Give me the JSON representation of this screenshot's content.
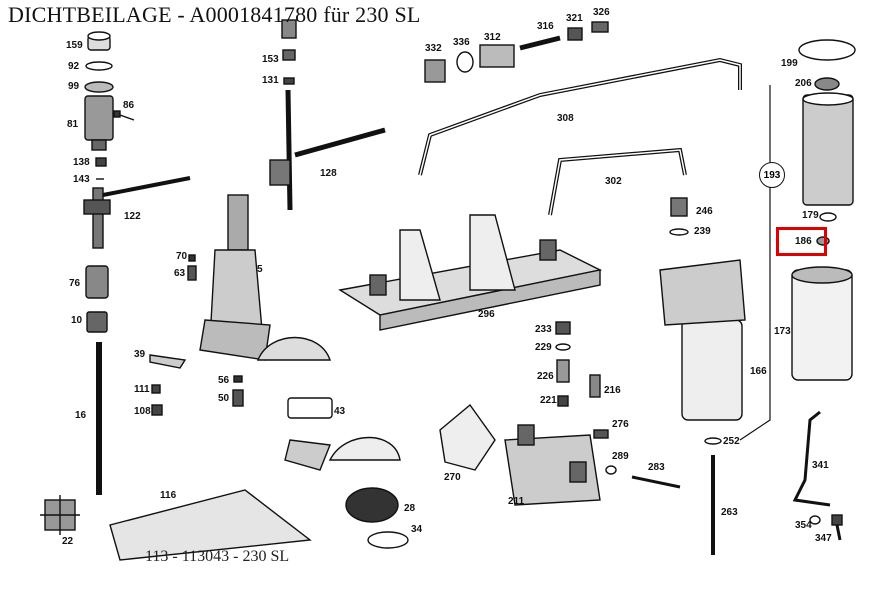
{
  "title": "DICHTBEILAGE  - A0001841780 für 230 SL",
  "footer": "113 - 113043 - 230 SL",
  "highlighted_part": "186",
  "circled_part": "193",
  "highlight_color": "#e00000",
  "part_labels": [
    "159",
    "92",
    "99",
    "86",
    "81",
    "138",
    "143",
    "122",
    "70",
    "63",
    "5",
    "76",
    "10",
    "39",
    "111",
    "108",
    "56",
    "50",
    "16",
    "22",
    "116",
    "153",
    "131",
    "128",
    "332",
    "336",
    "312",
    "316",
    "321",
    "326",
    "308",
    "302",
    "296",
    "246",
    "239",
    "233",
    "229",
    "226",
    "221",
    "216",
    "43",
    "270",
    "211",
    "276",
    "289",
    "283",
    "252",
    "263",
    "166",
    "199",
    "206",
    "193",
    "179",
    "186",
    "173",
    "341",
    "354",
    "347",
    "28",
    "34"
  ]
}
